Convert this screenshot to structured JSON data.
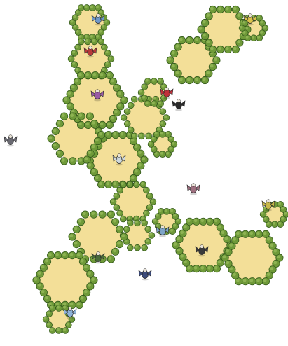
{
  "game": {
    "view": "hex-island-map",
    "colors": {
      "sand": "#f3df98",
      "sand_edge": "#e6d48f",
      "bush": "#6f9a39",
      "bush_dark": "#3f6b22",
      "background": "#ffffff"
    },
    "units": [
      {
        "name": "unit-blue-warrior-top",
        "icon": "blue-warrior-icon",
        "color": "#6f98c9"
      },
      {
        "name": "unit-yellow-creature-top-right",
        "icon": "yellow-creature-icon",
        "color": "#d9c34b"
      },
      {
        "name": "unit-red-warrior",
        "icon": "red-warrior-icon",
        "color": "#b83a3a"
      },
      {
        "name": "unit-purple-beast",
        "icon": "purple-beast-icon",
        "color": "#9a5aa6"
      },
      {
        "name": "unit-red-knight",
        "icon": "red-knight-icon",
        "color": "#c0303a"
      },
      {
        "name": "unit-black-raven",
        "icon": "black-raven-icon",
        "color": "#2a2a2a"
      },
      {
        "name": "unit-gray-flyer-left",
        "icon": "gray-flyer-icon",
        "color": "#6a6a72"
      },
      {
        "name": "unit-pale-serpent",
        "icon": "pale-serpent-icon",
        "color": "#cfd9dc"
      },
      {
        "name": "unit-mauve-flyer",
        "icon": "mauve-flyer-icon",
        "color": "#9e6f7f"
      },
      {
        "name": "unit-yellow-plant-right",
        "icon": "yellow-plant-icon",
        "color": "#c8b84a"
      },
      {
        "name": "unit-blue-scout-mid",
        "icon": "blue-scout-icon",
        "color": "#7ea4c8"
      },
      {
        "name": "unit-dark-beetle",
        "icon": "dark-beetle-icon",
        "color": "#3a3a3a"
      },
      {
        "name": "unit-green-snake",
        "icon": "green-snake-icon",
        "color": "#4a6b3a"
      },
      {
        "name": "unit-navy-flyer",
        "icon": "navy-flyer-icon",
        "color": "#3b4a7a"
      },
      {
        "name": "unit-blue-mage-bottom",
        "icon": "blue-mage-icon",
        "color": "#8fb3d9"
      }
    ]
  }
}
